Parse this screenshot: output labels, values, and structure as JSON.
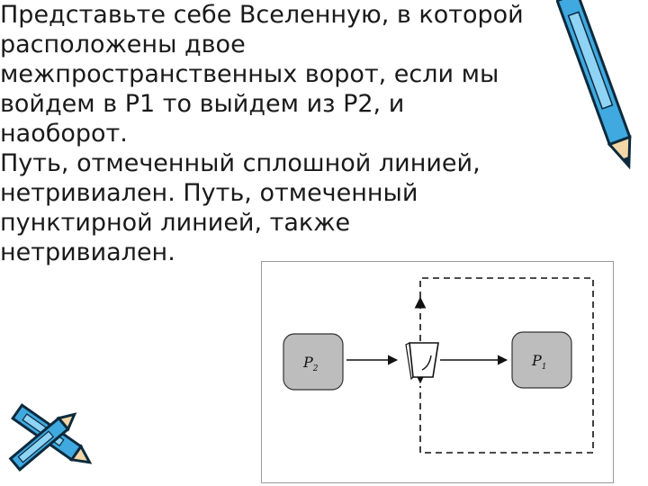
{
  "paragraphs": [
    {
      "lines": [
        "Представьте себе Вселенную, в которой",
        "расположены двое",
        "межпространственных ворот, если мы",
        "войдем в P1 то выйдем из P2, и",
        "наоборот."
      ]
    },
    {
      "lines": [
        "Путь, отмеченный сплошной линией,",
        "нетривиален. Путь, отмеченный",
        "пунктирной линией, также",
        "нетривиален."
      ]
    }
  ],
  "figure": {
    "portal_left": {
      "letter": "P",
      "sub": "2"
    },
    "portal_right": {
      "letter": "P",
      "sub": "1"
    }
  },
  "decor": {
    "pencil_top_right": "pencil-icon",
    "pencils_bottom_left": "pencil-icon",
    "pencil_color": "#3fa9e0",
    "pencil_outline": "#0d2a3d"
  }
}
